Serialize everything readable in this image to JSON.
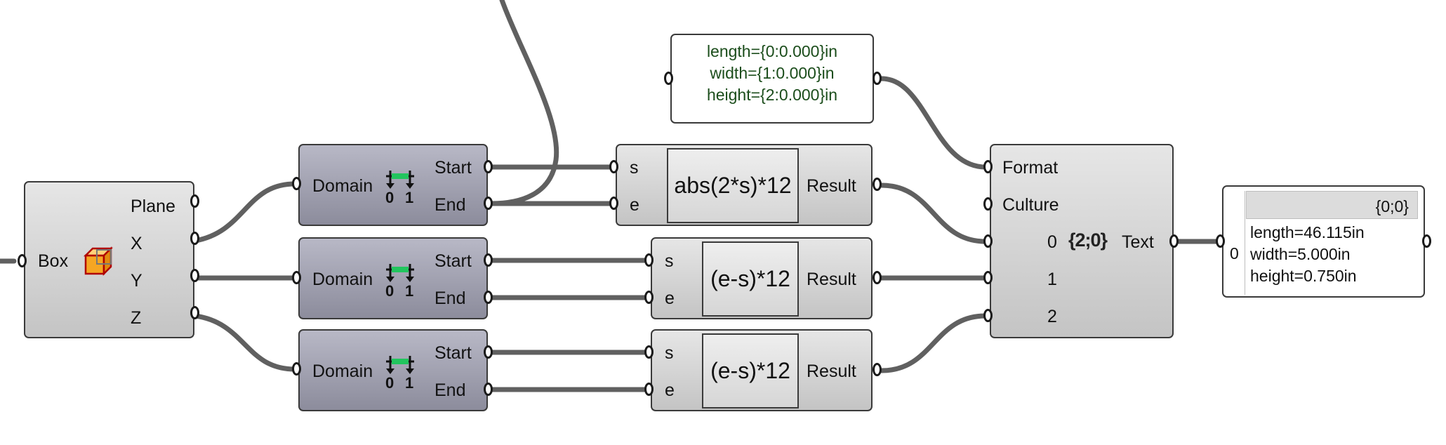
{
  "box": {
    "label": "Box",
    "outputs": [
      "Plane",
      "X",
      "Y",
      "Z"
    ]
  },
  "domain": {
    "label": "Domain",
    "outputs": [
      "Start",
      "End"
    ],
    "glyph_digits": [
      "0",
      "1"
    ]
  },
  "expressions": [
    {
      "inputs": [
        "s",
        "e"
      ],
      "formula": "abs(2*s)*12",
      "output": "Result"
    },
    {
      "inputs": [
        "s",
        "e"
      ],
      "formula": "(e-s)*12",
      "output": "Result"
    },
    {
      "inputs": [
        "s",
        "e"
      ],
      "formula": "(e-s)*12",
      "output": "Result"
    }
  ],
  "format_panel": {
    "lines": [
      "length={0:0.000}in",
      "width={1:0.000}in",
      "height={2:0.000}in"
    ]
  },
  "format_node": {
    "inputs": [
      "Format",
      "Culture",
      "0",
      "1",
      "2"
    ],
    "icon_text": "{2;0}",
    "output": "Text"
  },
  "output_panel": {
    "path": "{0;0}",
    "index": "0",
    "lines": [
      "length=46.115in",
      "width=5.000in",
      "height=0.750in"
    ]
  },
  "colors": {
    "wire": "#606060",
    "node_border": "#3a3a3a",
    "domain_green": "#22c55e",
    "box_icon_orange": "#f5a623",
    "panel_text": "#1b4d1b"
  }
}
